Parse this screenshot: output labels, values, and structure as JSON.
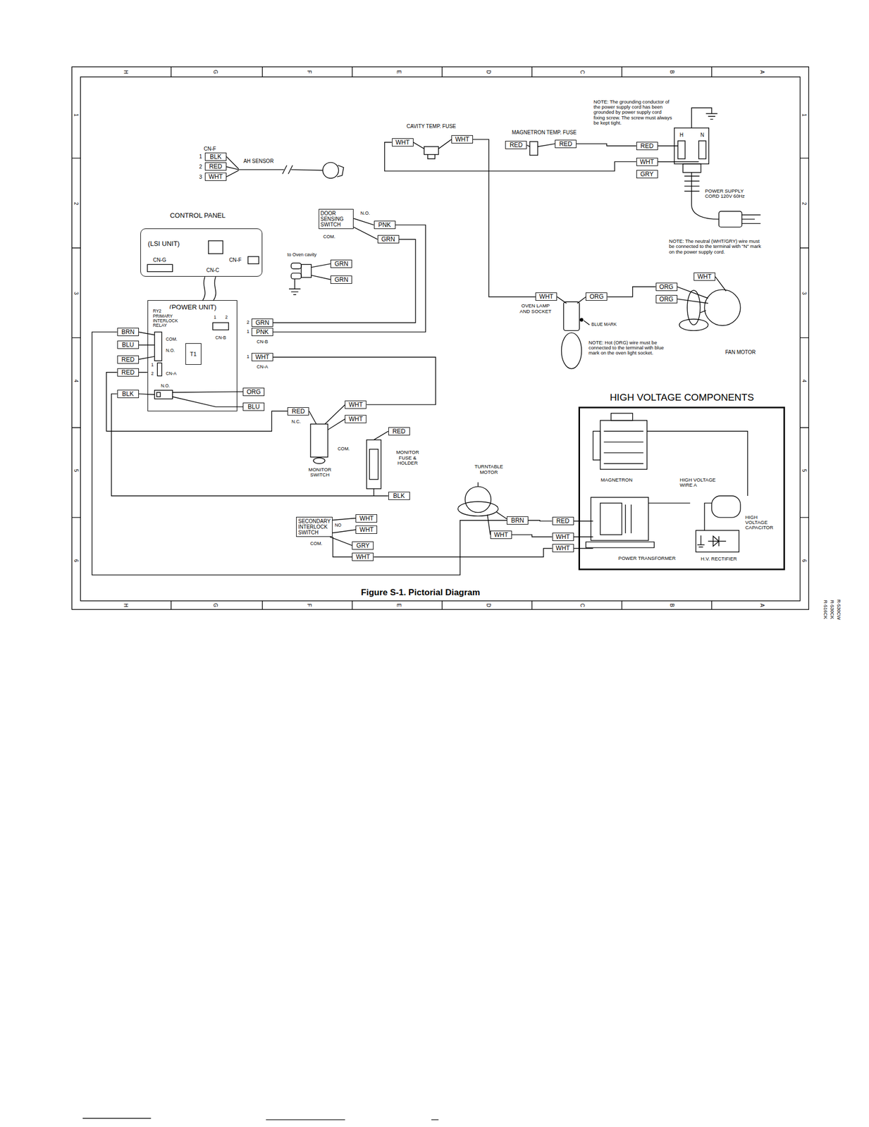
{
  "diagram": {
    "caption": "Figure S-1. Pictorial Diagram",
    "nodes": [
      {
        "text": [
          "WHT"
        ]
      },
      {
        "text": [
          "WHT"
        ]
      },
      {
        "text": [
          "RED"
        ]
      },
      {
        "text": [
          "RED"
        ]
      },
      {
        "text": [
          "RED"
        ]
      },
      {
        "text": [
          "BLK"
        ]
      },
      {
        "text": [
          "WHT"
        ]
      },
      {
        "text": [
          "RED"
        ]
      },
      {
        "text": [
          "GRY"
        ]
      },
      {
        "text": [
          "WHT"
        ]
      },
      {
        "text": [
          "DOOR SENSING SWITCH"
        ]
      },
      {
        "text": [
          "PNK"
        ]
      },
      {
        "text": [
          "GRN"
        ]
      },
      {
        "text": [
          "(LSI UNIT)"
        ]
      },
      {
        "text": [
          "GRN"
        ]
      },
      {
        "text": [
          "WHT"
        ]
      },
      {
        "text": [
          "GRN"
        ]
      },
      {
        "text": [
          "ORG"
        ]
      },
      {
        "text": [
          "WHT"
        ]
      },
      {
        "text": [
          "ORG"
        ]
      },
      {
        "text": [
          "ORG"
        ]
      },
      {
        "text": [
          "(POWER UNIT)"
        ]
      },
      {
        "text": [
          "T1"
        ],
        "in": 21
      },
      {
        "text": [
          "GRN"
        ]
      },
      {
        "text": [
          "BRN"
        ]
      },
      {
        "text": [
          "PNK"
        ]
      },
      {
        "text": [
          "BLU"
        ]
      },
      {
        "text": [
          "WHT"
        ]
      },
      {
        "text": [
          "RED"
        ]
      },
      {
        "text": [
          "RED"
        ]
      },
      {
        "text": [
          "ORG"
        ]
      },
      {
        "text": [
          "BLK"
        ]
      },
      {
        "text": [
          "HIGH VOLTAGE COMPONENTS"
        ]
      },
      {
        "text": [
          "WHT"
        ]
      },
      {
        "text": [
          "BLU"
        ]
      },
      {
        "text": [
          "RED"
        ]
      },
      {
        "text": [
          "WHT"
        ]
      },
      {
        "text": [
          "RED"
        ]
      },
      {
        "text": [
          "BLK"
        ]
      },
      {
        "text": [
          "SECONDARY INTERLOCK SWITCH"
        ]
      },
      {
        "text": [
          "WHT"
        ]
      },
      {
        "text": [
          "BRN"
        ]
      },
      {
        "text": [
          "RED"
        ]
      },
      {
        "text": [
          "WHT"
        ]
      },
      {
        "text": [
          "WHT"
        ]
      },
      {
        "text": [
          "WHT"
        ]
      },
      {
        "text": [
          "GRY"
        ]
      },
      {
        "text": [
          "WHT"
        ]
      },
      {
        "text": [
          "WHT"
        ]
      }
    ],
    "edges": [
      {
        "from": 3,
        "to": 4,
        "arrow": "none"
      },
      {
        "from": 0,
        "to": 6,
        "arrow": "none"
      },
      {
        "from": 19,
        "to": 17,
        "arrow": "none"
      },
      {
        "from": 1,
        "to": 18,
        "arrow": "none"
      },
      {
        "from": 11,
        "to": 25,
        "arrow": "none"
      },
      {
        "from": 12,
        "to": 23,
        "arrow": "none"
      },
      {
        "from": 27,
        "to": 33,
        "arrow": "none"
      },
      {
        "from": 38,
        "to": 31,
        "arrow": "none"
      },
      {
        "from": 35,
        "to": 29,
        "arrow": "none"
      },
      {
        "from": 41,
        "to": 42,
        "arrow": "none"
      },
      {
        "from": 44,
        "to": 45,
        "arrow": "none"
      },
      {
        "from": 48,
        "to": 47,
        "arrow": "none"
      },
      {
        "from": 24,
        "to": 41,
        "arrow": "none"
      }
    ],
    "labels": [
      "H",
      "G",
      "F",
      "E",
      "D",
      "C",
      "B",
      "A",
      "H",
      "G",
      "F",
      "E",
      "D",
      "C",
      "B",
      "A",
      "1",
      "2",
      "3",
      "4",
      "5",
      "6",
      "1",
      "2",
      "3",
      "4",
      "5",
      "6",
      "CN-F",
      "1",
      "2",
      "3",
      "AH SENSOR",
      "CAVITY TEMP. FUSE",
      "MAGNETRON TEMP. FUSE",
      "NOTE: The grounding conductor of the power supply cord has been grounded by power supply cord fixing screw. The screw must always be kept tight.",
      "H",
      "N",
      "POWER SUPPLY CORD 120V 60Hz",
      "CONTROL PANEL",
      "CN-G",
      "CN-F",
      "CN-C",
      "N.O.",
      "COM.",
      "to Oven cavity",
      "NOTE: The neutral (WHT/GRY) wire must be connected to the terminal with \"N\" mark on the power supply cord.",
      "OVEN LAMP AND SOCKET",
      "BLUE MARK",
      "NOTE: Hot (ORG) wire must be connected to the terminal with blue mark on the oven light socket.",
      "FAN MOTOR",
      "RY2 PRIMARY INTERLOCK RELAY",
      "COM.",
      "N.O.",
      "1",
      "2",
      "CN-A",
      "1",
      "2",
      "CN-B",
      "2",
      "1",
      "CN-B",
      "1",
      "CN-A",
      "N.O.",
      "N.C.",
      "COM.",
      "MONITOR SWITCH",
      "MONITOR FUSE & HOLDER",
      "TURNTABLE MOTOR",
      "NO",
      "COM.",
      "MAGNETRON",
      "HIGH VOLTAGE WIRE A",
      "HIGH VOLTAGE CAPACITOR",
      "POWER TRANSFORMER",
      "H.V. RECTIFIER",
      "R-516CK",
      "R-530CK",
      "R-530CW"
    ]
  }
}
